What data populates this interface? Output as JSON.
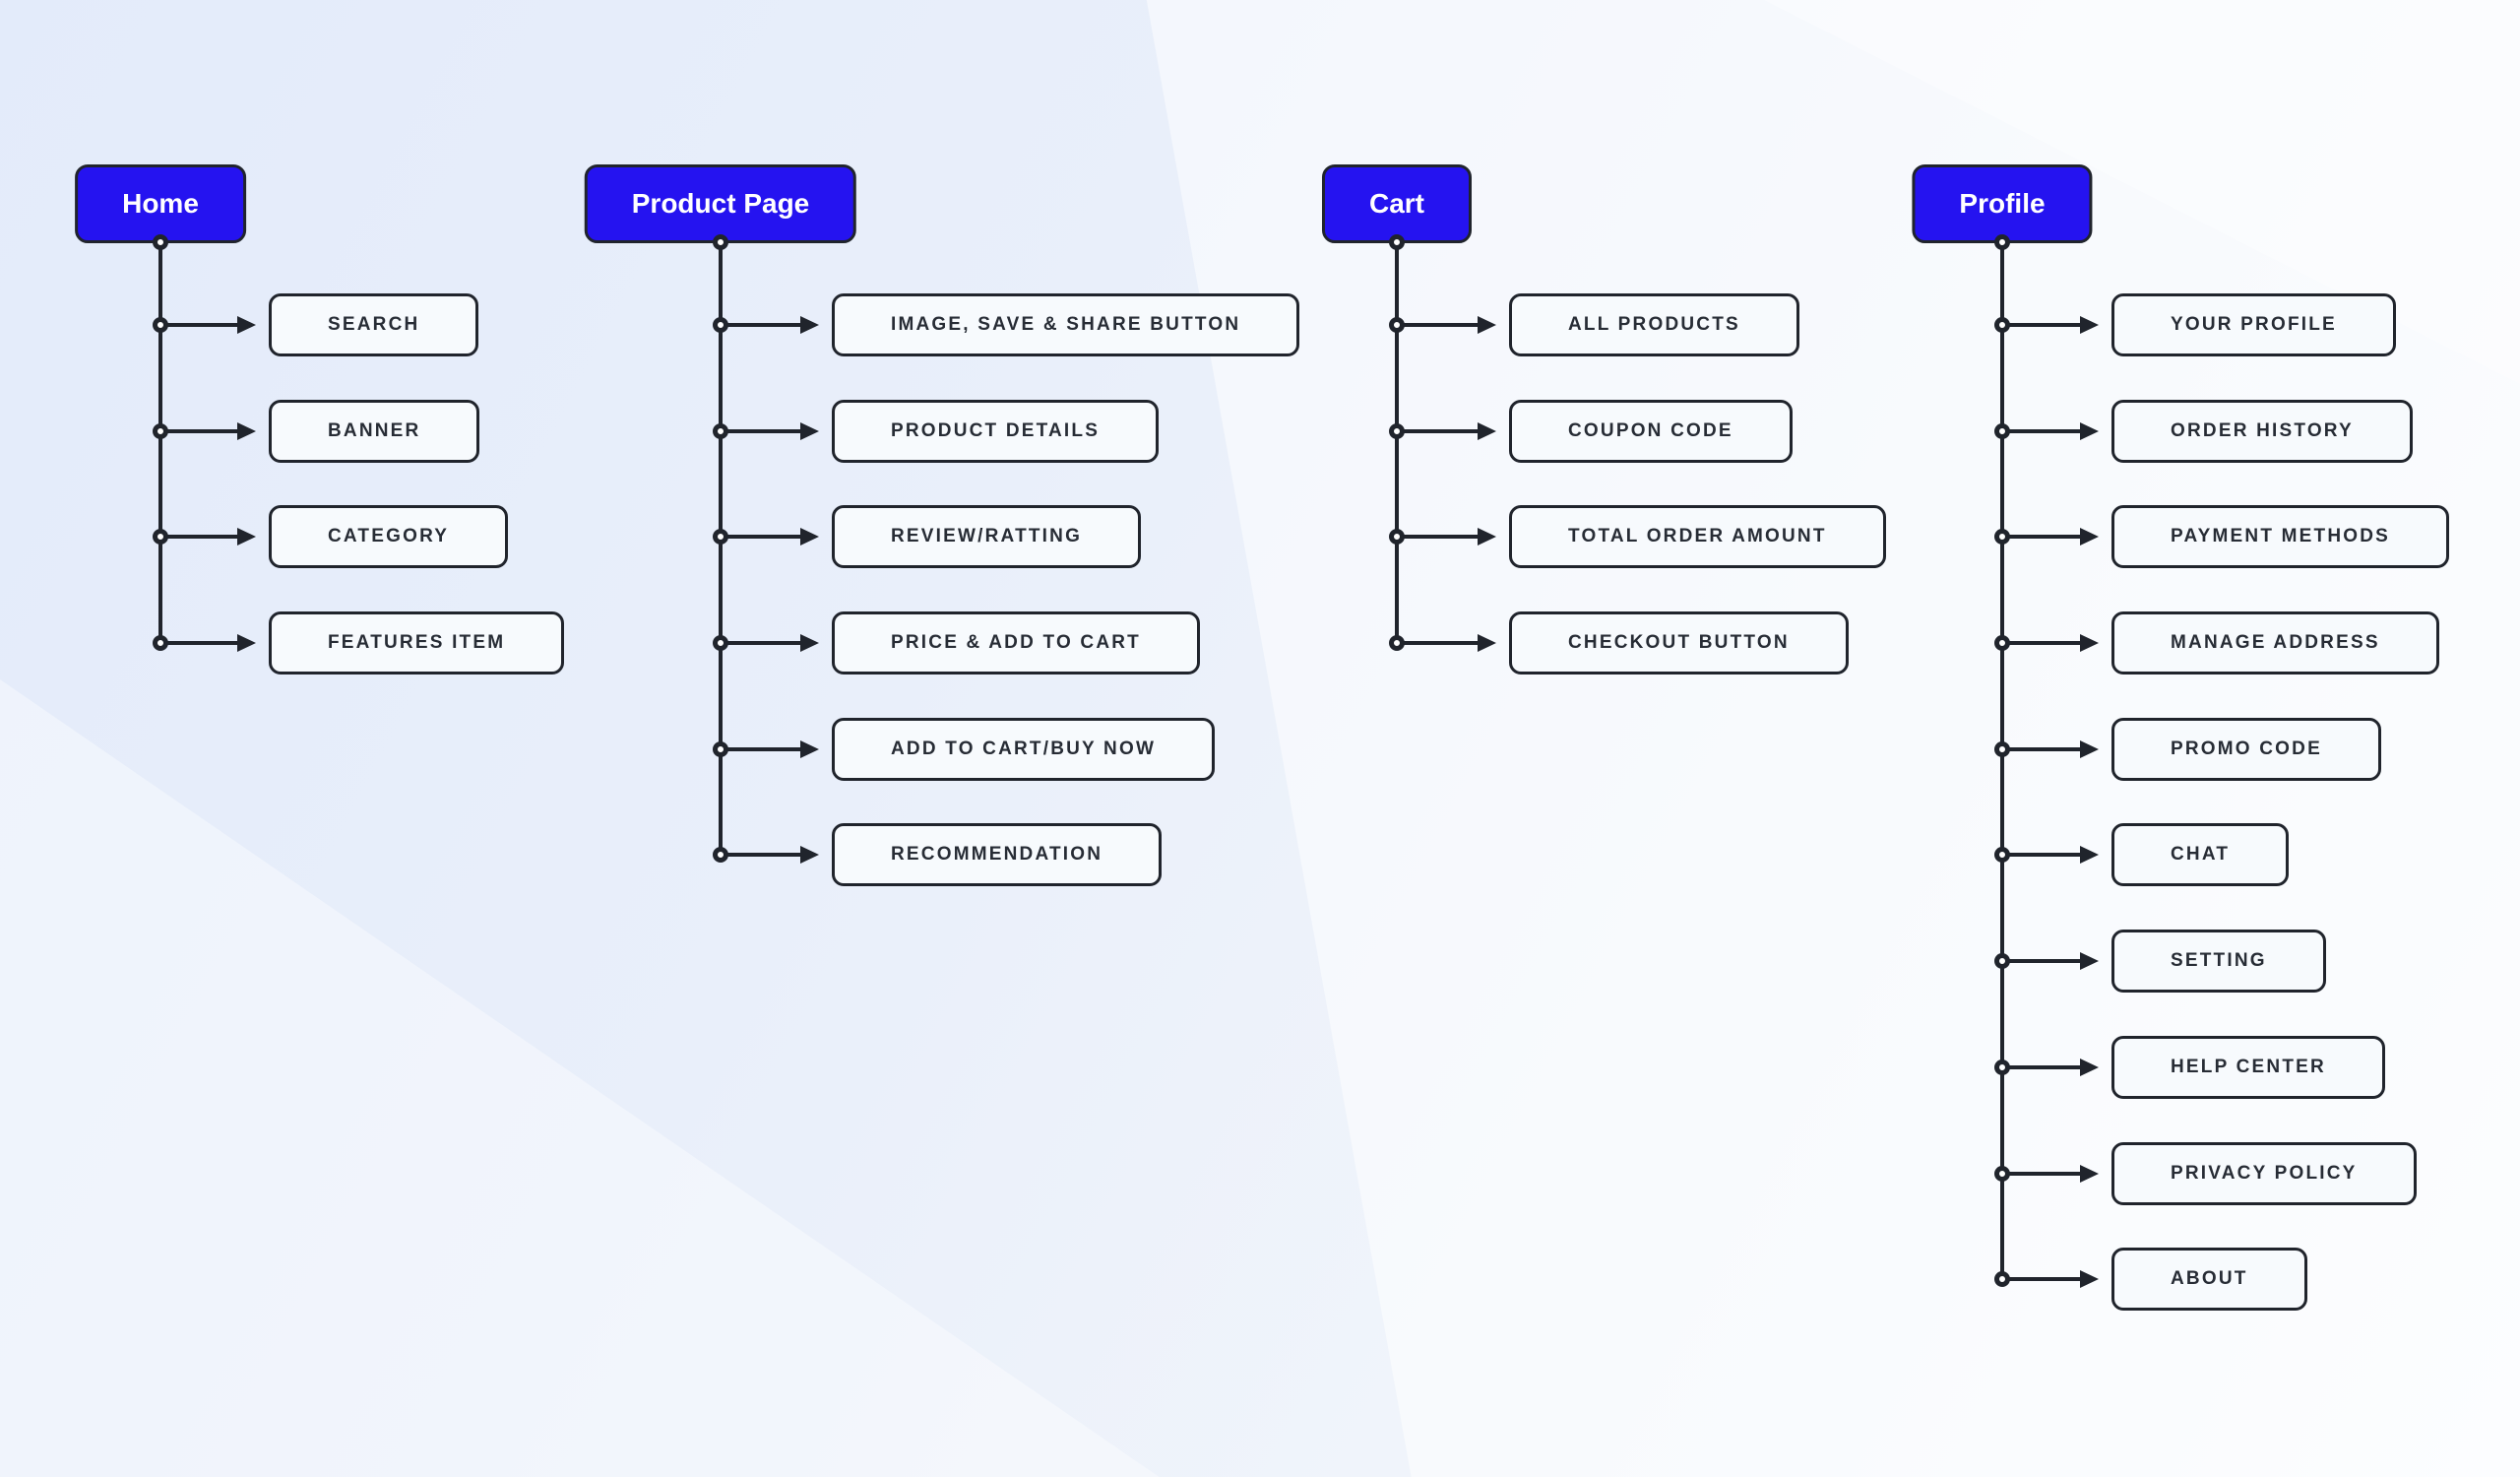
{
  "sitemap": {
    "columns": [
      {
        "id": "home",
        "title": "Home",
        "items": [
          "SEARCH",
          "BANNER",
          "CATEGORY",
          "FEATURES ITEM"
        ]
      },
      {
        "id": "product-page",
        "title": "Product Page",
        "items": [
          "IMAGE, SAVE & SHARE BUTTON",
          "PRODUCT DETAILS",
          "REVIEW/RATTING",
          "PRICE & ADD TO CART",
          "ADD TO CART/BUY NOW",
          "RECOMMENDATION"
        ]
      },
      {
        "id": "cart",
        "title": "Cart",
        "items": [
          "ALL PRODUCTS",
          "COUPON CODE",
          "TOTAL ORDER AMOUNT",
          "CHECKOUT BUTTON"
        ]
      },
      {
        "id": "profile",
        "title": "Profile",
        "items": [
          "YOUR PROFILE",
          "ORDER HISTORY",
          "PAYMENT METHODS",
          "MANAGE ADDRESS",
          "PROMO CODE",
          "CHAT",
          "SETTING",
          "HELP CENTER",
          "PRIVACY POLICY",
          "ABOUT"
        ]
      }
    ],
    "style": {
      "header_bg": "#2513f0",
      "header_text": "#ffffff",
      "connector": "#20242c",
      "box_border": "#20242c",
      "box_bg": "#f7fafd",
      "box_text": "#272c35",
      "background_top_left": "#e3ebfa",
      "background_bottom_right": "#f8fbfe"
    }
  }
}
